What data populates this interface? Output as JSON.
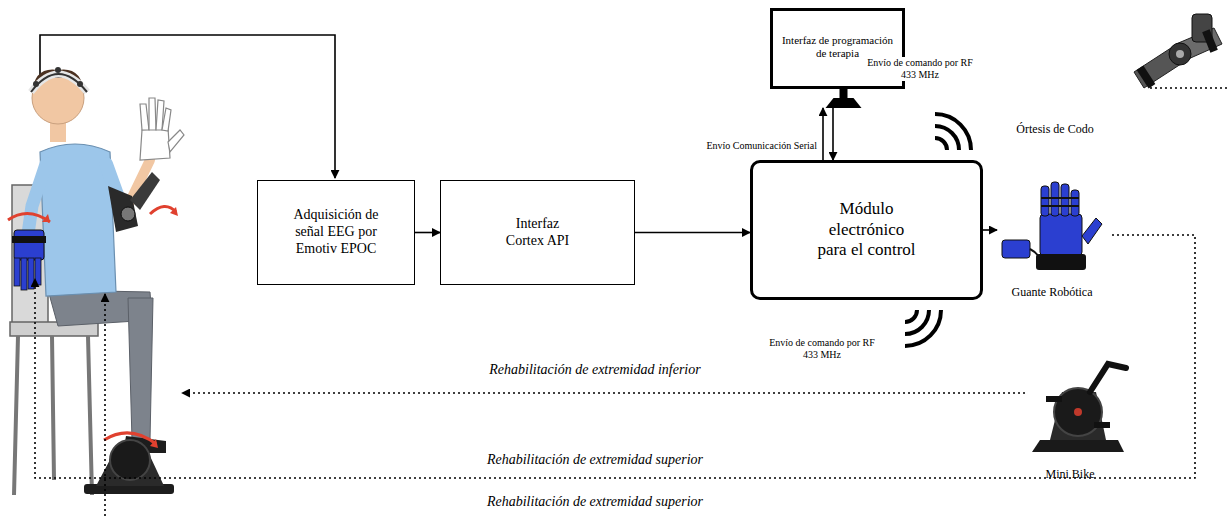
{
  "diagram": {
    "nodes": [
      {
        "text": [
          "Interfaz de programación de terapia"
        ]
      },
      {
        "text": [
          "Adquisición de señal EEG por Emotiv EPOC"
        ]
      },
      {
        "text": [
          "Interfaz Cortex API"
        ]
      },
      {
        "text": [
          "Módulo electrónico para el control"
        ]
      },
      {
        "text": [
          "Órtesis de Codo"
        ]
      },
      {
        "text": [
          "Guante Robótica"
        ]
      },
      {
        "text": [
          "Mini Bike"
        ]
      }
    ],
    "edges": [
      {
        "from": 1,
        "to": 2,
        "arrow": "to"
      },
      {
        "from": 2,
        "to": 3,
        "arrow": "to"
      },
      {
        "from": 3,
        "to": 0,
        "label": "Envío Comunicación Serial",
        "arrow": "to"
      },
      {
        "from": 0,
        "to": 3,
        "arrow": "to"
      },
      {
        "from": 3,
        "to": 5,
        "arrow": "to"
      }
    ],
    "labels": [
      "Envío de comando por RF 433 MHz",
      "Envío de comando por RF 433 MHz",
      "Rehabilitación de extremidad inferior",
      "Rehabilitación de extremidad superior",
      "Rehabilitación de extremidad superior"
    ]
  }
}
